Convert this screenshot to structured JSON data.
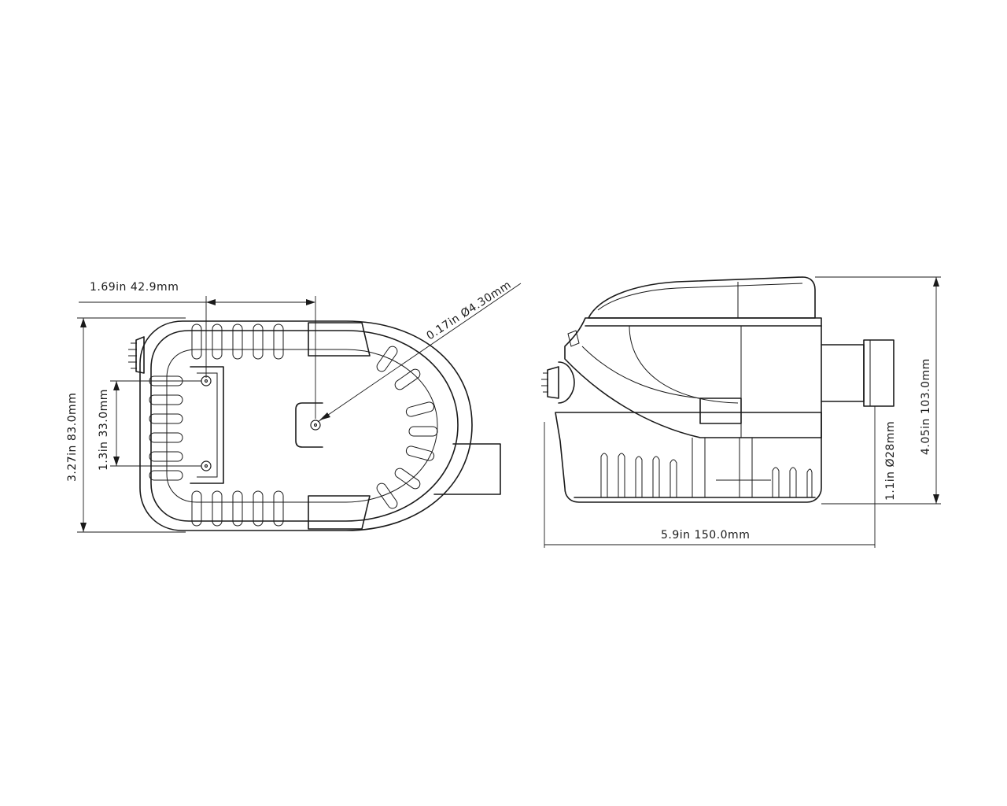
{
  "dimensions": {
    "mount_hole_spacing_horizontal": "1.69in  42.9mm",
    "mount_hole_diameter": "0.17in  Ø4.30mm",
    "base_width": "3.27in  83.0mm",
    "mount_hole_spacing_vertical": "1.3in  33.0mm",
    "overall_height": "4.05in  103.0mm",
    "outlet_diameter": "1.1in  Ø28mm",
    "overall_length": "5.9in  150.0mm"
  },
  "colors": {
    "line": "#1a1a1a",
    "background": "#ffffff"
  }
}
